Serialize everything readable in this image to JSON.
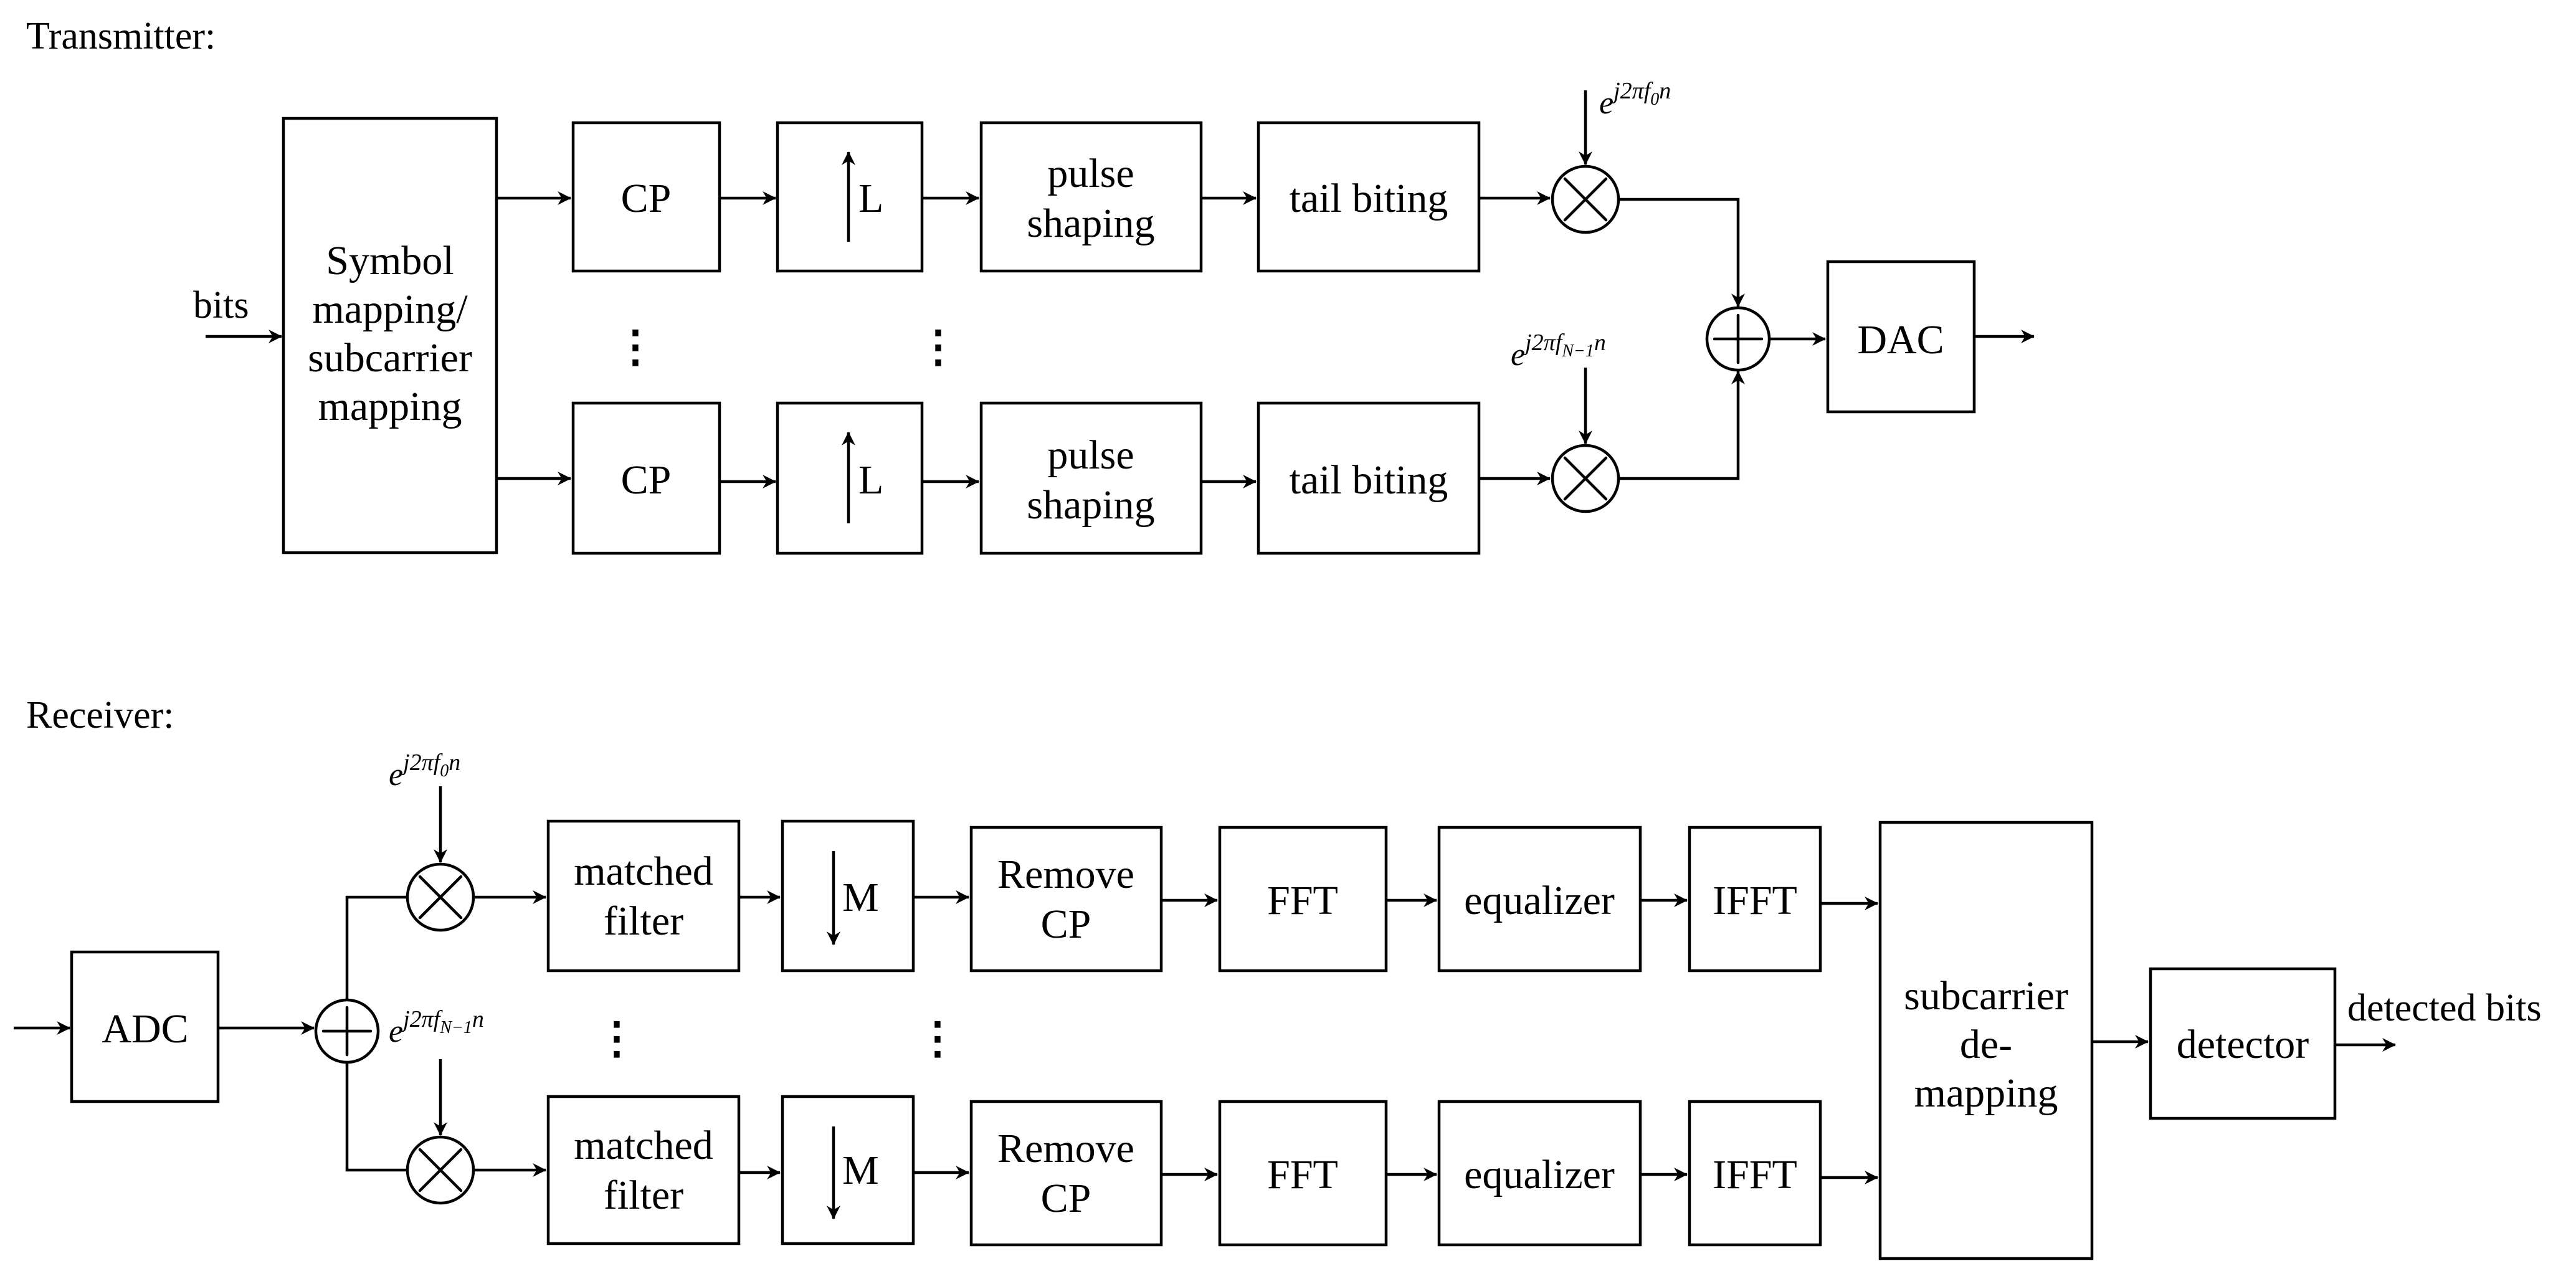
{
  "transmitter": {
    "header": "Transmitter:",
    "input_label": "bits",
    "mapper_lines": [
      "Symbol",
      "mapping/",
      "subcarrier",
      "mapping"
    ],
    "branch_top": {
      "cp": "CP",
      "upsample": "L",
      "pulse_lines": [
        "pulse",
        "shaping"
      ],
      "tail": "tail biting",
      "exp_base": "e",
      "exp_pre": "j2πf",
      "exp_sub": "0",
      "exp_post": "n"
    },
    "branch_bottom": {
      "cp": "CP",
      "upsample": "L",
      "pulse_lines": [
        "pulse",
        "shaping"
      ],
      "tail": "tail biting",
      "exp_base": "e",
      "exp_pre": "j2πf",
      "exp_sub": "N−1",
      "exp_post": "n"
    },
    "dac": "DAC",
    "dots": "⋮"
  },
  "receiver": {
    "header": "Receiver:",
    "adc": "ADC",
    "branch_top": {
      "exp_base": "e",
      "exp_pre": "j2πf",
      "exp_sub": "0",
      "exp_post": "n",
      "filter_lines": [
        "matched",
        "filter"
      ],
      "downsample": "M",
      "remove_lines": [
        "Remove",
        "CP"
      ],
      "fft": "FFT",
      "equalizer": "equalizer",
      "ifft": "IFFT"
    },
    "branch_bottom": {
      "exp_base": "e",
      "exp_pre": "j2πf",
      "exp_sub": "N−1",
      "exp_post": "n",
      "filter_lines": [
        "matched",
        "filter"
      ],
      "downsample": "M",
      "remove_lines": [
        "Remove",
        "CP"
      ],
      "fft": "FFT",
      "equalizer": "equalizer",
      "ifft": "IFFT"
    },
    "demapper_lines": [
      "subcarrier",
      "de-",
      "mapping"
    ],
    "detector": "detector",
    "output_label": "detected bits",
    "dots": "⋮"
  }
}
